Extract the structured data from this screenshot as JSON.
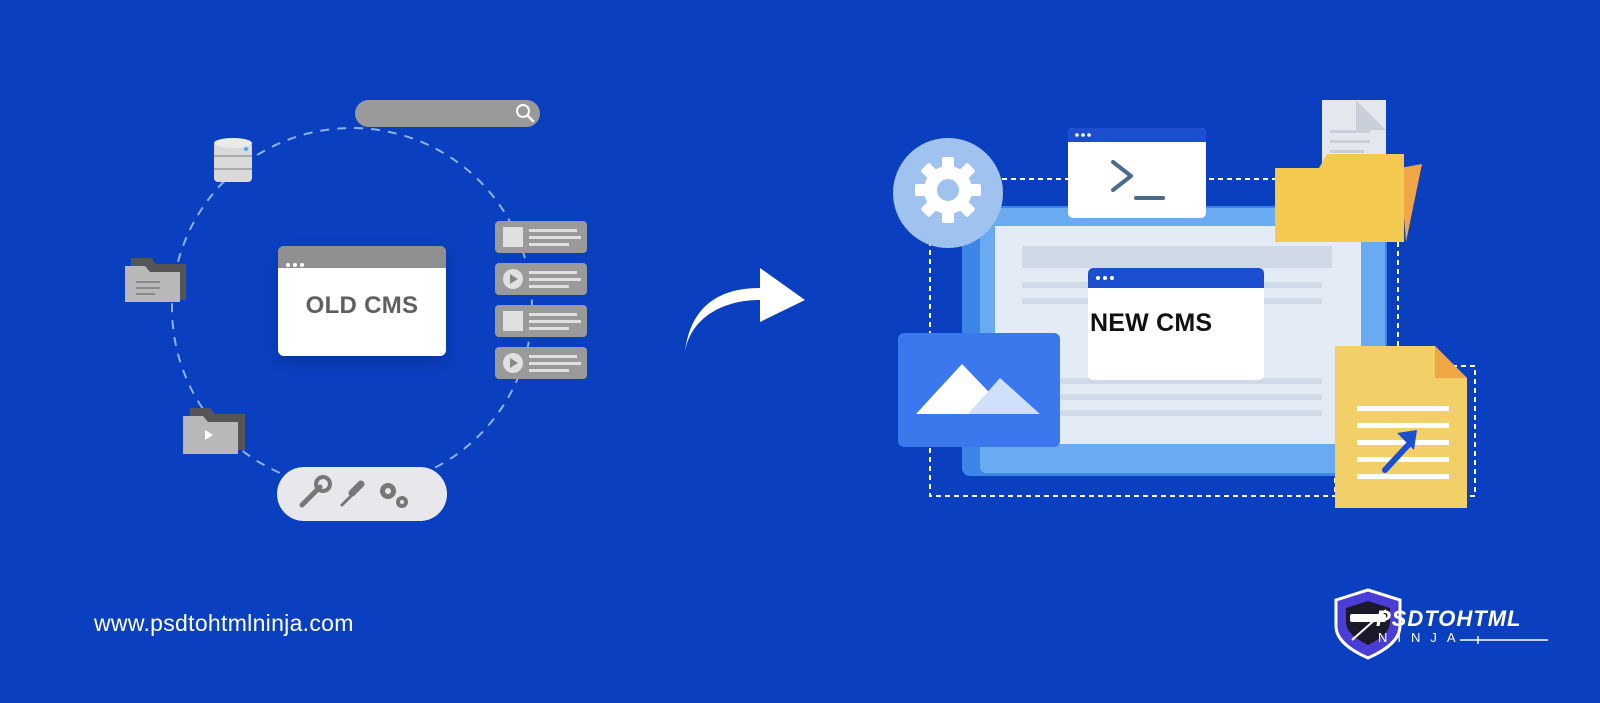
{
  "old_cms": {
    "label": "OLD CMS"
  },
  "new_cms": {
    "label": "NEW CMS"
  },
  "footer": {
    "url": "www.psdtohtmlninja.com"
  },
  "brand": {
    "name": "PSDTOHTML",
    "sub": "NINJA"
  },
  "colors": {
    "background": "#0a3fc0",
    "gray_ui": "#8f8f8f",
    "light_blue": "#6aaaf0",
    "window_blue": "#1c4fd0",
    "folder_yellow": "#f3c94f",
    "accent_orange": "#f0a646"
  }
}
